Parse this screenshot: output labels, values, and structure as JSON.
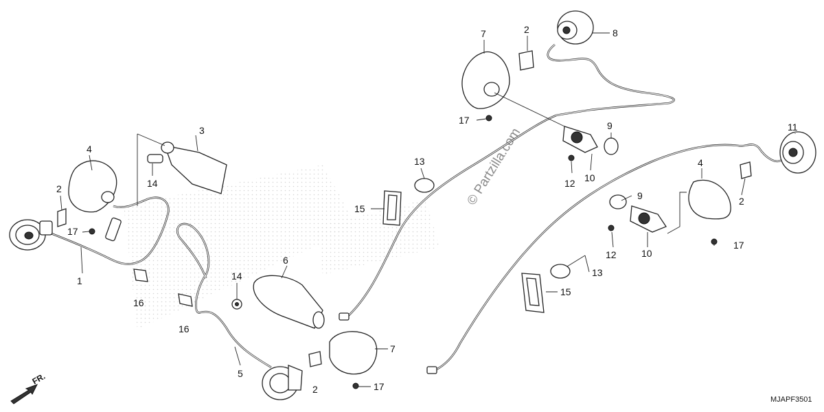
{
  "diagram": {
    "watermark": "© Partzilla.com",
    "diagram_code": "MJAPF3501",
    "front_indicator": "FR.",
    "callouts": [
      {
        "id": "c1",
        "text": "1"
      },
      {
        "id": "c2a",
        "text": "2"
      },
      {
        "id": "c2b",
        "text": "2"
      },
      {
        "id": "c2c",
        "text": "2"
      },
      {
        "id": "c2d",
        "text": "2"
      },
      {
        "id": "c3",
        "text": "3"
      },
      {
        "id": "c4a",
        "text": "4"
      },
      {
        "id": "c4b",
        "text": "4"
      },
      {
        "id": "c5",
        "text": "5"
      },
      {
        "id": "c6",
        "text": "6"
      },
      {
        "id": "c7a",
        "text": "7"
      },
      {
        "id": "c7b",
        "text": "7"
      },
      {
        "id": "c8",
        "text": "8"
      },
      {
        "id": "c9a",
        "text": "9"
      },
      {
        "id": "c9b",
        "text": "9"
      },
      {
        "id": "c10a",
        "text": "10"
      },
      {
        "id": "c10b",
        "text": "10"
      },
      {
        "id": "c11",
        "text": "11"
      },
      {
        "id": "c12a",
        "text": "12"
      },
      {
        "id": "c12b",
        "text": "12"
      },
      {
        "id": "c13a",
        "text": "13"
      },
      {
        "id": "c13b",
        "text": "13"
      },
      {
        "id": "c14a",
        "text": "14"
      },
      {
        "id": "c14b",
        "text": "14"
      },
      {
        "id": "c15a",
        "text": "15"
      },
      {
        "id": "c15b",
        "text": "15"
      },
      {
        "id": "c16a",
        "text": "16"
      },
      {
        "id": "c16b",
        "text": "16"
      },
      {
        "id": "c17a",
        "text": "17"
      },
      {
        "id": "c17b",
        "text": "17"
      },
      {
        "id": "c17c",
        "text": "17"
      },
      {
        "id": "c17d",
        "text": "17"
      }
    ]
  }
}
